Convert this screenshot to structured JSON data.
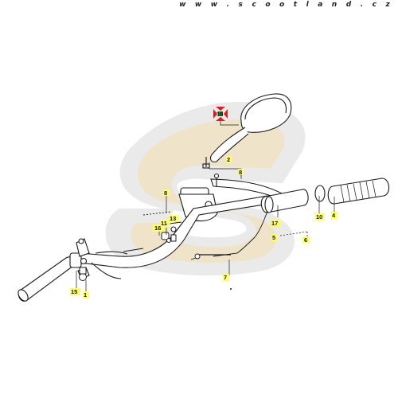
{
  "site": {
    "url_text": "w w w . s c o o t l a n d . c z"
  },
  "watermark_logo": {
    "letter": "S",
    "colors": {
      "outer": "#d9d9d9",
      "inner": "#f2dfae"
    }
  },
  "colors": {
    "callout_highlight": "#ffff66",
    "mirror_marker": "#d62020",
    "mirror_marker_center": "#2a8a2a",
    "line_art": "#1a1a1a"
  },
  "callouts": [
    {
      "id": "c18",
      "label": "18"
    },
    {
      "id": "c2",
      "label": "2"
    },
    {
      "id": "c8a",
      "label": "8"
    },
    {
      "id": "c8b",
      "label": "8"
    },
    {
      "id": "c13",
      "label": "13"
    },
    {
      "id": "c11",
      "label": "11"
    },
    {
      "id": "c16",
      "label": "16"
    },
    {
      "id": "c17",
      "label": "17"
    },
    {
      "id": "c5",
      "label": "5"
    },
    {
      "id": "c6",
      "label": "6"
    },
    {
      "id": "c10",
      "label": "10"
    },
    {
      "id": "c4",
      "label": "4"
    },
    {
      "id": "c7",
      "label": "7"
    },
    {
      "id": "c15",
      "label": "15"
    },
    {
      "id": "c1",
      "label": "1"
    }
  ]
}
